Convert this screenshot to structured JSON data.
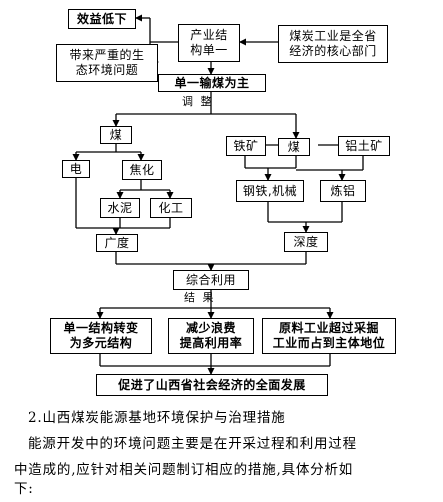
{
  "diagram": {
    "nodes": {
      "benefit_low": "效益低下",
      "industry_single": "产业结\n构单一",
      "coal_core": "煤炭工业是全省\n经济的核心部门",
      "eco_problem": "带来严重的生\n态环境问题",
      "coal_export": "单一输煤为主",
      "coal": "煤",
      "electricity": "电",
      "coking": "焦化",
      "cement": "水泥",
      "chemical": "化工",
      "breadth": "广度",
      "iron_ore": "铁矿",
      "coal2": "煤",
      "bauxite": "铝土矿",
      "steel_machinery": "钢铁,机械",
      "aluminum": "炼铝",
      "depth": "深度",
      "comprehensive_use": "综合利用",
      "result_diversify": "单一结构转变\n为多元结构",
      "result_efficiency": "减少浪费\n提高利用率",
      "result_raw": "原料工业超过采掘\n工业而占到主体地位",
      "final": "促进了山西省社会经济的全面发展"
    },
    "labels": {
      "adjust": "调 整",
      "result": "结 果"
    }
  },
  "text": {
    "heading": "2.山西煤炭能源基地环境保护与治理措施",
    "para_line1": "能源开发中的环境问题主要是在开采过程和利用过程",
    "para_line2": "中造成的,应针对相关问题制订相应的措施,具体分析如",
    "para_line3": "下:"
  }
}
